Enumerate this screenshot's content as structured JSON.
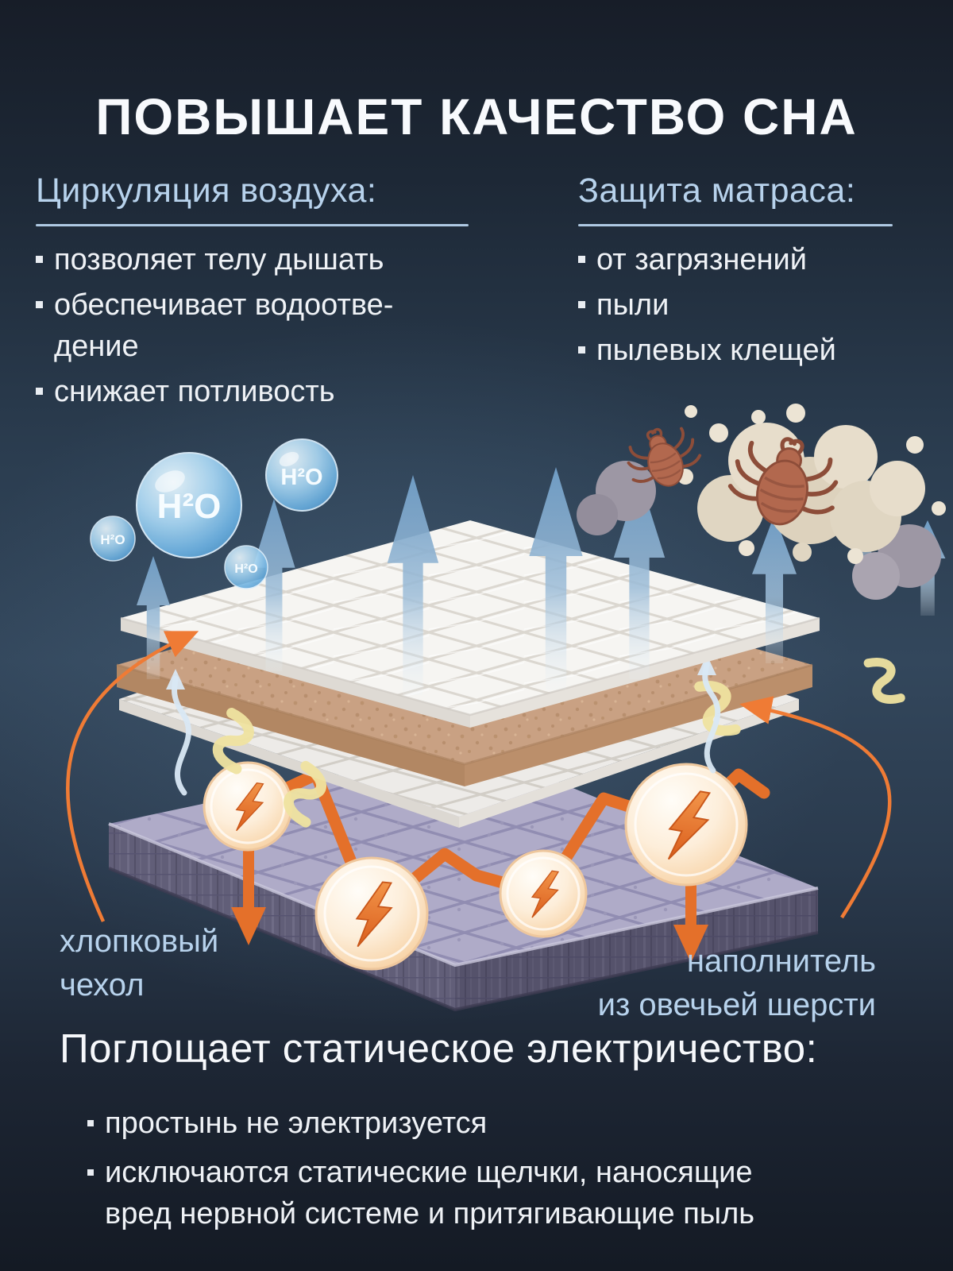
{
  "title": "ПОВЫШАЕТ КАЧЕСТВО СНА",
  "colors": {
    "background_top": "#171d28",
    "background_mid": "#33475c",
    "heading_blue": "#b7d2ec",
    "text_white": "#eff2f6",
    "accent_orange": "#e8732c",
    "arrow_blue": "#6f9cc4",
    "wool_tan": "#c9a183",
    "mattress_purple": "#aeaac7"
  },
  "sections": {
    "air": {
      "heading": "Циркуляция воздуха:",
      "items": [
        "позволяет телу дышать",
        "обеспечивает водоотве-\nдение",
        "снижает потливость"
      ]
    },
    "protect": {
      "heading": "Защита матраса:",
      "items": [
        "от загрязнений",
        "пыли",
        "пылевых клещей"
      ]
    },
    "static": {
      "heading": "Поглощает статическое электричество:",
      "items": [
        "простынь не электризуется",
        "исключаются статические щелчки, наносящие\nвред нервной системе и притягивающие пыль"
      ]
    }
  },
  "illustration": {
    "h2o_label": "H²O",
    "labels": {
      "cover": "хлопковый\nчехол",
      "filler": "наполнитель\nиз овечьей шерсти"
    }
  }
}
